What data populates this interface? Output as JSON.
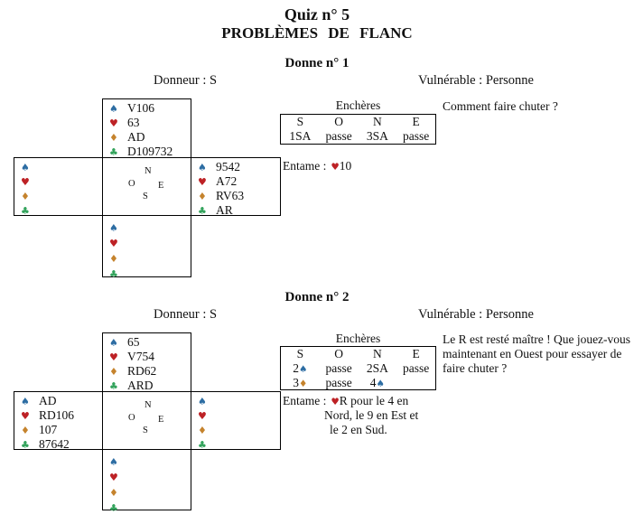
{
  "page": {
    "title": "Quiz n° 5",
    "subtitle": "PROBLÈMES DE FLANC"
  },
  "suit_glyphs": {
    "spade": "♠",
    "heart": "♥",
    "diamond": "♦",
    "club": "♣"
  },
  "suit_colors": {
    "spade": "#2d6da3",
    "heart": "#bd2125",
    "diamond": "#c5832d",
    "club": "#33a35c"
  },
  "suit_order": [
    "spade",
    "heart",
    "diamond",
    "club"
  ],
  "compass": {
    "n": "N",
    "o": "O",
    "e": "E",
    "s": "S"
  },
  "deals": [
    {
      "heading": "Donne n° 1",
      "dealer": "Donneur : S",
      "vulnerable": "Vulnérable : Personne",
      "hands": {
        "north": [
          "V106",
          "63",
          "AD",
          "D109732"
        ],
        "west": [
          "",
          "",
          "",
          ""
        ],
        "east": [
          "9542",
          "A72",
          "RV63",
          "AR"
        ],
        "south": [
          "",
          "",
          "",
          ""
        ]
      },
      "bidding": {
        "title": "Enchères",
        "columns": [
          "S",
          "O",
          "N",
          "E"
        ],
        "rows": [
          [
            {
              "t": "1SA"
            },
            {
              "t": "passe"
            },
            {
              "t": "3SA"
            },
            {
              "t": "passe"
            }
          ]
        ]
      },
      "question_lines": [
        "Comment faire chuter ?"
      ],
      "lead": {
        "label": "Entame :",
        "suit": "heart",
        "text": "10",
        "extra": []
      }
    },
    {
      "heading": "Donne n° 2",
      "dealer": "Donneur : S",
      "vulnerable": "Vulnérable : Personne",
      "hands": {
        "north": [
          "65",
          "V754",
          "RD62",
          "ARD"
        ],
        "west": [
          "AD",
          "RD106",
          "107",
          "87642"
        ],
        "east": [
          "",
          "",
          "",
          ""
        ],
        "south": [
          "",
          "",
          "",
          ""
        ]
      },
      "bidding": {
        "title": "Enchères",
        "columns": [
          "S",
          "O",
          "N",
          "E"
        ],
        "rows": [
          [
            {
              "t": "2",
              "suit": "spade"
            },
            {
              "t": "passe"
            },
            {
              "t": "2SA"
            },
            {
              "t": "passe"
            }
          ],
          [
            {
              "t": "3",
              "suit": "diamond"
            },
            {
              "t": "passe"
            },
            {
              "t": "4",
              "suit": "spade"
            },
            {
              "t": ""
            }
          ]
        ]
      },
      "question_lines": [
        "Le R est resté maître ! Que jouez-vous",
        "maintenant en Ouest pour essayer de",
        "faire chuter ?"
      ],
      "lead": {
        "label": "Entame :",
        "suit": "heart",
        "text": "R pour le 4 en",
        "extra": [
          "Nord, le 9 en Est et",
          "le 2 en Sud."
        ]
      }
    }
  ]
}
